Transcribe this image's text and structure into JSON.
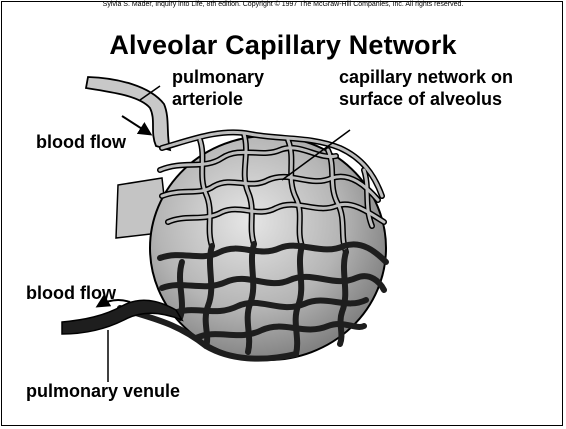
{
  "copyright": "Sylvia S. Mader, Inquiry into Life, 8th edition. Copyright © 1997 The McGraw-Hill Companies, Inc. All rights reserved.",
  "title": "Alveolar Capillary Network",
  "labels": {
    "pulmonary_arteriole_line1": "pulmonary",
    "pulmonary_arteriole_line2": "arteriole",
    "capillary_line1": "capillary network on",
    "capillary_line2": "surface of alveolus",
    "blood_flow_top": "blood flow",
    "blood_flow_bottom": "blood flow",
    "pulmonary_venule": "pulmonary venule"
  },
  "colors": {
    "alveolus_light": "#e2e2e2",
    "alveolus_dark": "#8a8a8a",
    "arteriole_fill": "#c8c8c8",
    "venule_fill": "#1e1e1e",
    "ink": "#000000"
  }
}
